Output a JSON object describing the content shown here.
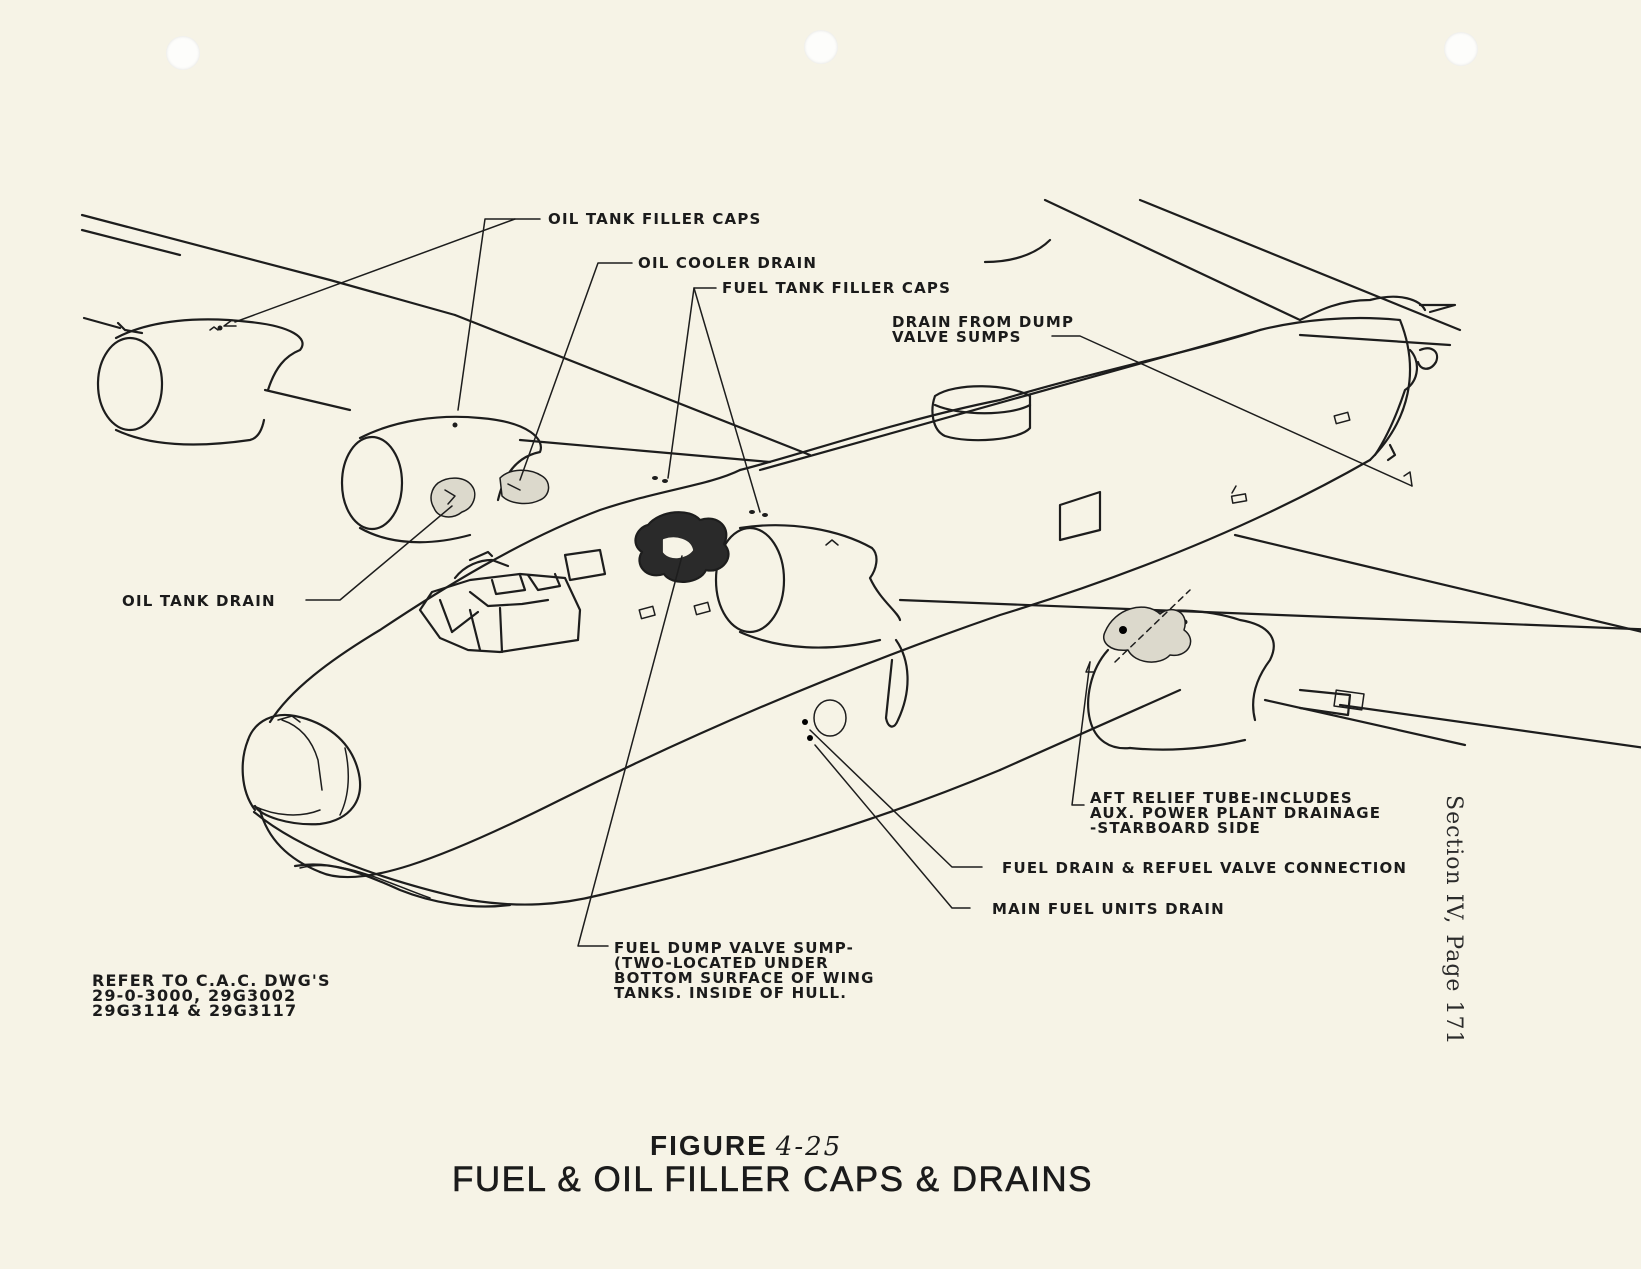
{
  "callouts": {
    "oil_tank_filler_caps": "OIL TANK FILLER CAPS",
    "oil_cooler_drain": "OIL COOLER DRAIN",
    "fuel_tank_filler_caps": "FUEL TANK FILLER CAPS",
    "drain_from_dump_valve_sumps": [
      "DRAIN FROM DUMP",
      "VALVE SUMPS"
    ],
    "oil_tank_drain": "OIL TANK DRAIN",
    "aft_relief_tube": [
      "AFT RELIEF TUBE-INCLUDES",
      "AUX. POWER PLANT DRAINAGE",
      "-STARBOARD SIDE"
    ],
    "fuel_drain_refuel": "FUEL DRAIN & REFUEL VALVE CONNECTION",
    "main_fuel_units_drain": "MAIN FUEL UNITS DRAIN",
    "fuel_dump_valve_sump": [
      "FUEL DUMP VALVE SUMP-",
      "(TWO-LOCATED UNDER",
      "BOTTOM SURFACE OF WING",
      "TANKS. INSIDE OF HULL."
    ]
  },
  "reference_note": [
    "REFER TO C.A.C. DWG'S",
    "29-0-3000, 29G3002",
    "29G3114 & 29G3117"
  ],
  "margin_text": {
    "section": "Section IV,",
    "page": "Page 171"
  },
  "figure": {
    "label": "FIGURE",
    "number": "4-25",
    "title": "FUEL & OIL FILLER CAPS & DRAINS"
  },
  "colors": {
    "paper": "#f6f3e6",
    "ink": "#1d1d1d"
  }
}
